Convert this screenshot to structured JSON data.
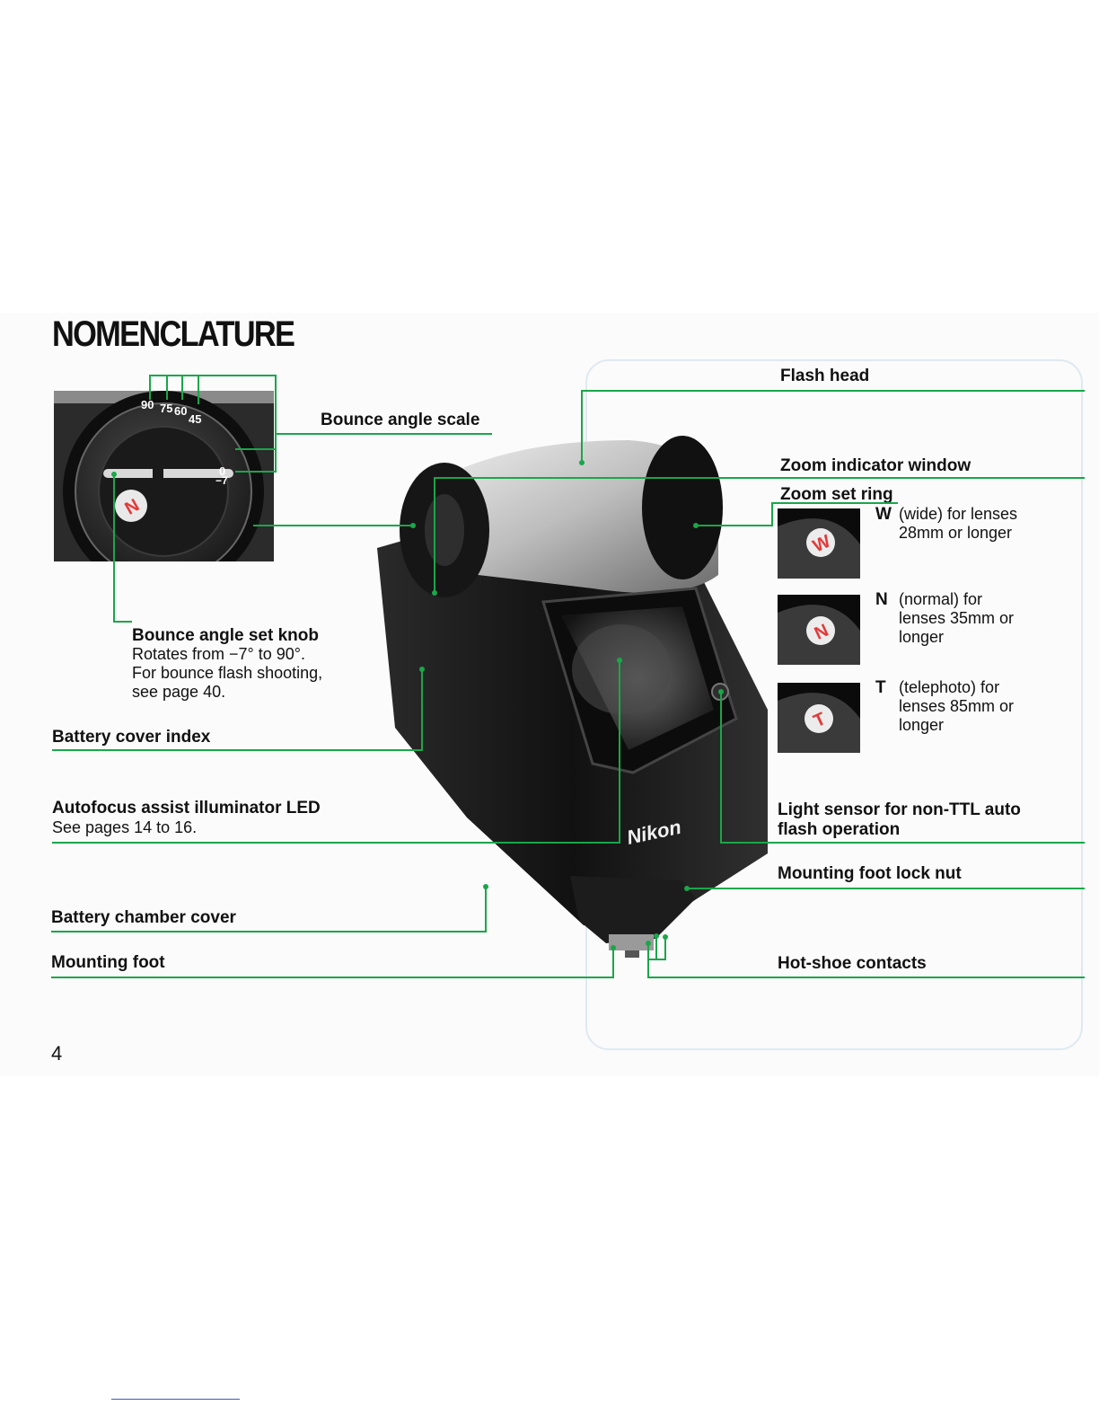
{
  "page": {
    "title": "NOMENCLATURE",
    "page_number": "4"
  },
  "labels": {
    "flash_head": "Flash head",
    "bounce_angle_scale": "Bounce angle scale",
    "zoom_indicator_window": "Zoom indicator window",
    "zoom_set_ring": "Zoom set ring",
    "bounce_angle_set_knob": "Bounce angle set knob",
    "bounce_angle_set_knob_desc": [
      "Rotates from −7° to 90°.",
      "For bounce flash shooting,",
      "see page 40."
    ],
    "battery_cover_index": "Battery cover index",
    "af_assist_led": "Autofocus assist illuminator LED",
    "af_assist_led_desc": "See pages 14 to 16.",
    "light_sensor": [
      "Light sensor for non-TTL auto",
      "flash operation"
    ],
    "mounting_foot_lock_nut": "Mounting foot lock nut",
    "battery_chamber_cover": "Battery chamber cover",
    "mounting_foot": "Mounting foot",
    "hot_shoe_contacts": "Hot-shoe contacts"
  },
  "zoom_modes": [
    {
      "letter": "W",
      "lines": [
        "(wide) for lenses",
        "28mm or longer"
      ]
    },
    {
      "letter": "N",
      "lines": [
        "(normal) for",
        "lenses 35mm or",
        "longer"
      ]
    },
    {
      "letter": "T",
      "lines": [
        "(telephoto) for",
        "lenses 85mm or",
        "longer"
      ]
    }
  ],
  "bounce_scale_ticks": [
    "90",
    "75",
    "60",
    "45",
    "0",
    "−7"
  ],
  "brand_mark": "Nikon",
  "colors": {
    "leader_line": "#1aa64a",
    "ink": "#111111",
    "mode_badge": "#e23a3a"
  }
}
